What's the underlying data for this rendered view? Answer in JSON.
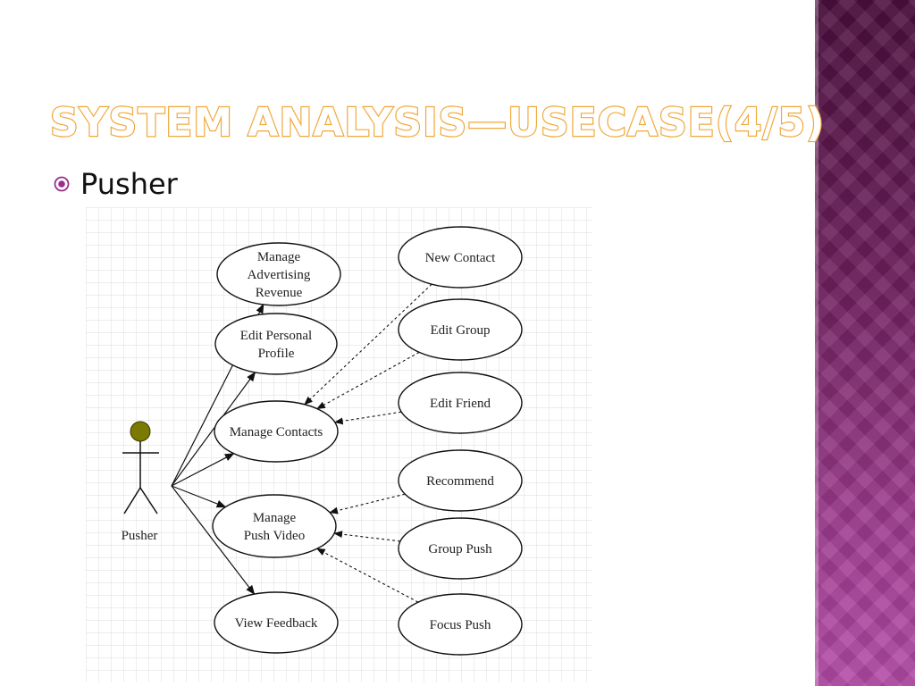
{
  "slide": {
    "title": "System Analysis—UseCase(4/5)",
    "bullet": "Pusher",
    "accent_color": "#f0a83a",
    "bullet_icon": "radio-bullet-icon",
    "side_band_colors": [
      "#4a0f3d",
      "#b34aa6"
    ]
  },
  "diagram": {
    "actor": {
      "label": "Pusher",
      "head_color": "#7a7a00"
    },
    "use_cases": [
      {
        "id": "uc-manage-advertising-revenue",
        "lines": [
          "Manage",
          "Advertising",
          "Revenue"
        ]
      },
      {
        "id": "uc-edit-personal-profile",
        "lines": [
          "Edit Personal",
          "Profile"
        ]
      },
      {
        "id": "uc-manage-contacts",
        "lines": [
          "Manage Contacts"
        ]
      },
      {
        "id": "uc-manage-push-video",
        "lines": [
          "Manage",
          "Push Video"
        ]
      },
      {
        "id": "uc-view-feedback",
        "lines": [
          "View Feedback"
        ]
      },
      {
        "id": "uc-new-contact",
        "lines": [
          "New Contact"
        ]
      },
      {
        "id": "uc-edit-group",
        "lines": [
          "Edit Group"
        ]
      },
      {
        "id": "uc-edit-friend",
        "lines": [
          "Edit Friend"
        ]
      },
      {
        "id": "uc-recommend",
        "lines": [
          "Recommend"
        ]
      },
      {
        "id": "uc-group-push",
        "lines": [
          "Group Push"
        ]
      },
      {
        "id": "uc-focus-push",
        "lines": [
          "Focus Push"
        ]
      }
    ],
    "associations": [
      {
        "from": "actor",
        "to": "uc-manage-advertising-revenue"
      },
      {
        "from": "actor",
        "to": "uc-edit-personal-profile"
      },
      {
        "from": "actor",
        "to": "uc-manage-contacts"
      },
      {
        "from": "actor",
        "to": "uc-manage-push-video"
      },
      {
        "from": "actor",
        "to": "uc-view-feedback"
      }
    ],
    "extensions": [
      {
        "from": "uc-new-contact",
        "to": "uc-manage-contacts"
      },
      {
        "from": "uc-edit-group",
        "to": "uc-manage-contacts"
      },
      {
        "from": "uc-edit-friend",
        "to": "uc-manage-contacts"
      },
      {
        "from": "uc-recommend",
        "to": "uc-manage-push-video"
      },
      {
        "from": "uc-group-push",
        "to": "uc-manage-push-video"
      },
      {
        "from": "uc-focus-push",
        "to": "uc-manage-push-video"
      }
    ]
  }
}
